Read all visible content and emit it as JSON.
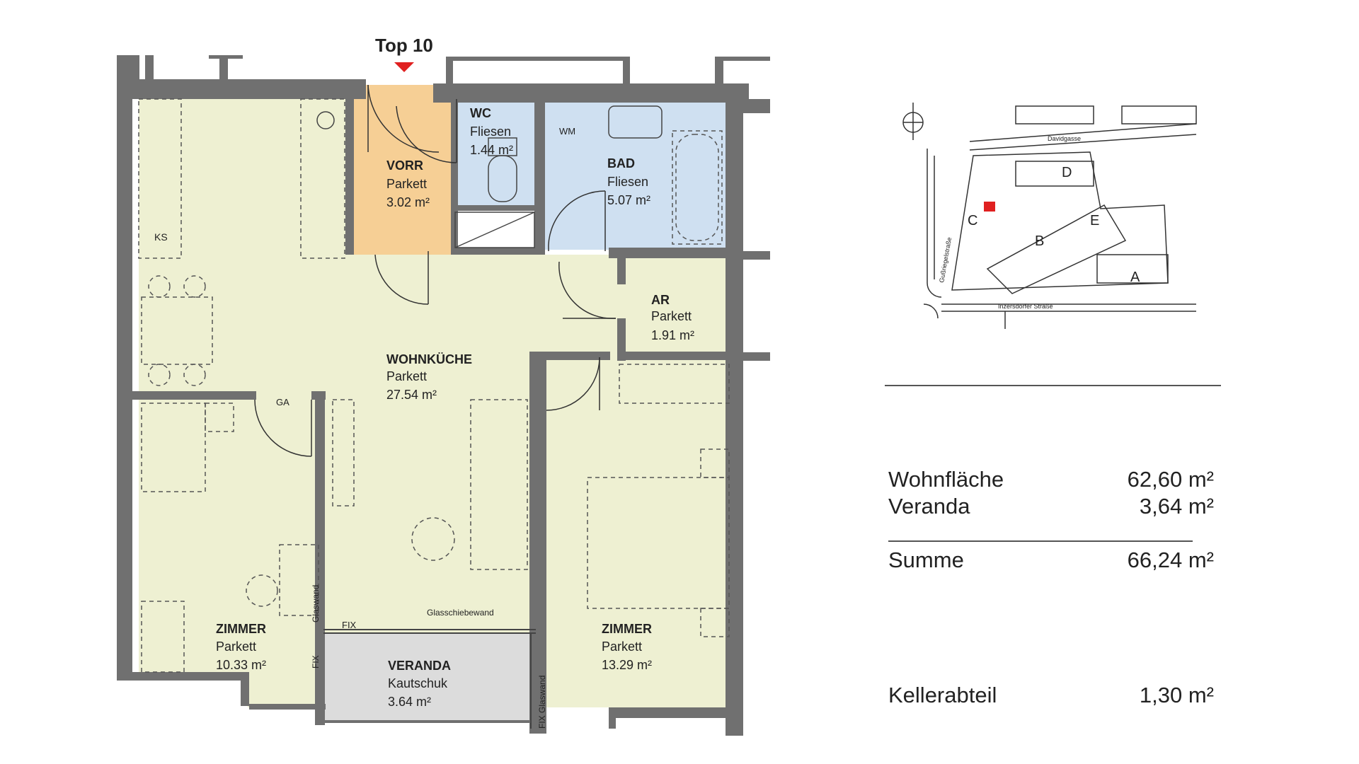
{
  "unit_label": "Top 10",
  "rooms": {
    "vorr": {
      "name": "VORR",
      "floor": "Parkett",
      "area": "3.02 m²"
    },
    "wc": {
      "name": "WC",
      "floor": "Fliesen",
      "area": "1.44 m²"
    },
    "bad": {
      "name": "BAD",
      "floor": "Fliesen",
      "area": "5.07 m²"
    },
    "ar": {
      "name": "AR",
      "floor": "Parkett",
      "area": "1.91 m²"
    },
    "wohnkueche": {
      "name": "WOHNKÜCHE",
      "floor": "Parkett",
      "area": "27.54 m²"
    },
    "zimmer_left": {
      "name": "ZIMMER",
      "floor": "Parkett",
      "area": "10.33 m²"
    },
    "zimmer_right": {
      "name": "ZIMMER",
      "floor": "Parkett",
      "area": "13.29 m²"
    },
    "veranda": {
      "name": "VERANDA",
      "floor": "Kautschuk",
      "area": "3.64 m²"
    }
  },
  "fixtures": {
    "ks": "KS",
    "wm": "WM",
    "ga": "GA",
    "fix": "FIX",
    "glasswall_sliding": "Glasschiebewand",
    "fix_glass": "FIX Glaswand",
    "glass": "Glaswand"
  },
  "site_plan": {
    "buildings": [
      "A",
      "B",
      "C",
      "D",
      "E"
    ],
    "streets": [
      "Davidgasse",
      "Gußriegelstraße",
      "Inzersdorfer Straße"
    ]
  },
  "area_summary": {
    "wohnflaeche": {
      "label": "Wohnfläche",
      "value": "62,60 m²"
    },
    "veranda": {
      "label": "Veranda",
      "value": "3,64 m²"
    },
    "summe": {
      "label": "Summe",
      "value": "66,24 m²"
    },
    "kellerabteil": {
      "label": "Kellerabteil",
      "value": "1,30  m²"
    }
  },
  "colors": {
    "living": "#eef0d2",
    "entry": "#f6cf95",
    "wet": "#cfe0f1",
    "veranda": "#dcdcdc",
    "wall": "#707070",
    "marker": "#e02020",
    "site_marker": "#e02020"
  }
}
